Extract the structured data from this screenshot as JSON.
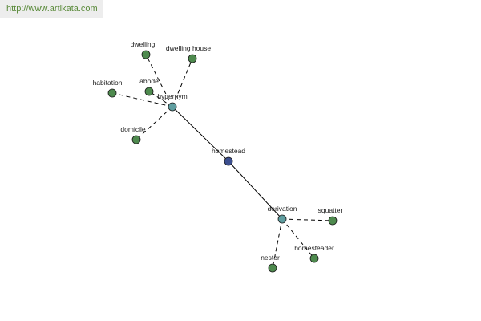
{
  "watermark": {
    "text": "http://www.artikata.com"
  },
  "colors": {
    "background": "#ffffff",
    "edge": "#000000",
    "center_node": "#3c4f8f",
    "relation_node": "#5f9ea0",
    "leaf_node": "#4e8a4e",
    "watermark_bg": "#ededed",
    "watermark_text": "#5a8a3a"
  },
  "graph": {
    "center": "homestead",
    "relations": [
      {
        "label": "hypernym",
        "terms": [
          "dwelling",
          "dwelling house",
          "habitation",
          "abode",
          "domicile"
        ]
      },
      {
        "label": "derivation",
        "terms": [
          "squatter",
          "nester",
          "homesteader"
        ]
      }
    ]
  }
}
